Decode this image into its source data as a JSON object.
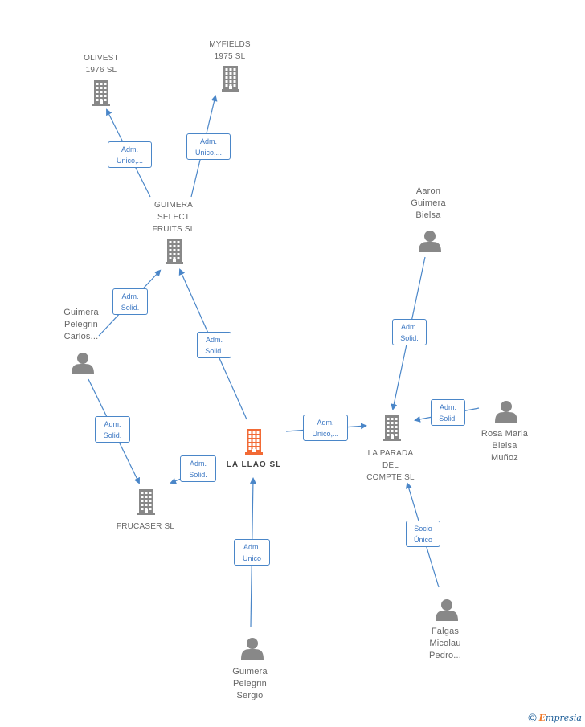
{
  "nodes": {
    "olivest": {
      "label": "OLIVEST\n1976  SL",
      "kind": "company"
    },
    "myfields": {
      "label": "MYFIELDS\n1975  SL",
      "kind": "company"
    },
    "guimera_select": {
      "label": "GUIMERA\nSELECT\nFRUITS SL",
      "kind": "company"
    },
    "aaron": {
      "label": "Aaron\nGuimera\nBielsa",
      "kind": "person"
    },
    "carlos": {
      "label": "Guimera\nPelegrin\nCarlos...",
      "kind": "person"
    },
    "la_llao": {
      "label": "LA LLAO  SL",
      "kind": "focus-company"
    },
    "la_parada": {
      "label": "LA PARADA\nDEL\nCOMPTE SL",
      "kind": "company"
    },
    "rosa": {
      "label": "Rosa Maria\nBielsa\nMuñoz",
      "kind": "person"
    },
    "frucaser": {
      "label": "FRUCASER SL",
      "kind": "company"
    },
    "falgas": {
      "label": "Falgas\nMicolau\nPedro...",
      "kind": "person"
    },
    "sergio": {
      "label": "Guimera\nPelegrin\nSergio",
      "kind": "person"
    }
  },
  "relations": [
    {
      "id": "r1",
      "label": "Adm.\nUnico,...",
      "from": "guimera_select",
      "to": "olivest"
    },
    {
      "id": "r2",
      "label": "Adm.\nUnico,...",
      "from": "guimera_select",
      "to": "myfields"
    },
    {
      "id": "r3",
      "label": "Adm.\nSolid.",
      "from": "carlos",
      "to": "guimera_select"
    },
    {
      "id": "r4",
      "label": "Adm.\nSolid.",
      "from": "la_llao",
      "to": "guimera_select"
    },
    {
      "id": "r5",
      "label": "Adm.\nSolid.",
      "from": "aaron",
      "to": "la_parada"
    },
    {
      "id": "r6",
      "label": "Adm.\nSolid.",
      "from": "rosa",
      "to": "la_parada"
    },
    {
      "id": "r7",
      "label": "Adm.\nUnico,...",
      "from": "la_llao",
      "to": "la_parada"
    },
    {
      "id": "r8",
      "label": "Adm.\nSolid.",
      "from": "carlos",
      "to": "frucaser"
    },
    {
      "id": "r9",
      "label": "Adm.\nSolid.",
      "from": "la_llao",
      "to": "frucaser"
    },
    {
      "id": "r10",
      "label": "Socio\nÚnico",
      "from": "falgas",
      "to": "la_parada"
    },
    {
      "id": "r11",
      "label": "Adm.\nUnico",
      "from": "sergio",
      "to": "la_llao"
    }
  ],
  "colors": {
    "edge": "#4a86c8",
    "node": "#888888",
    "focus": "#f26a35"
  },
  "footer": {
    "copyright": "©",
    "brand_initial": "E",
    "brand_rest": "mpresia"
  }
}
